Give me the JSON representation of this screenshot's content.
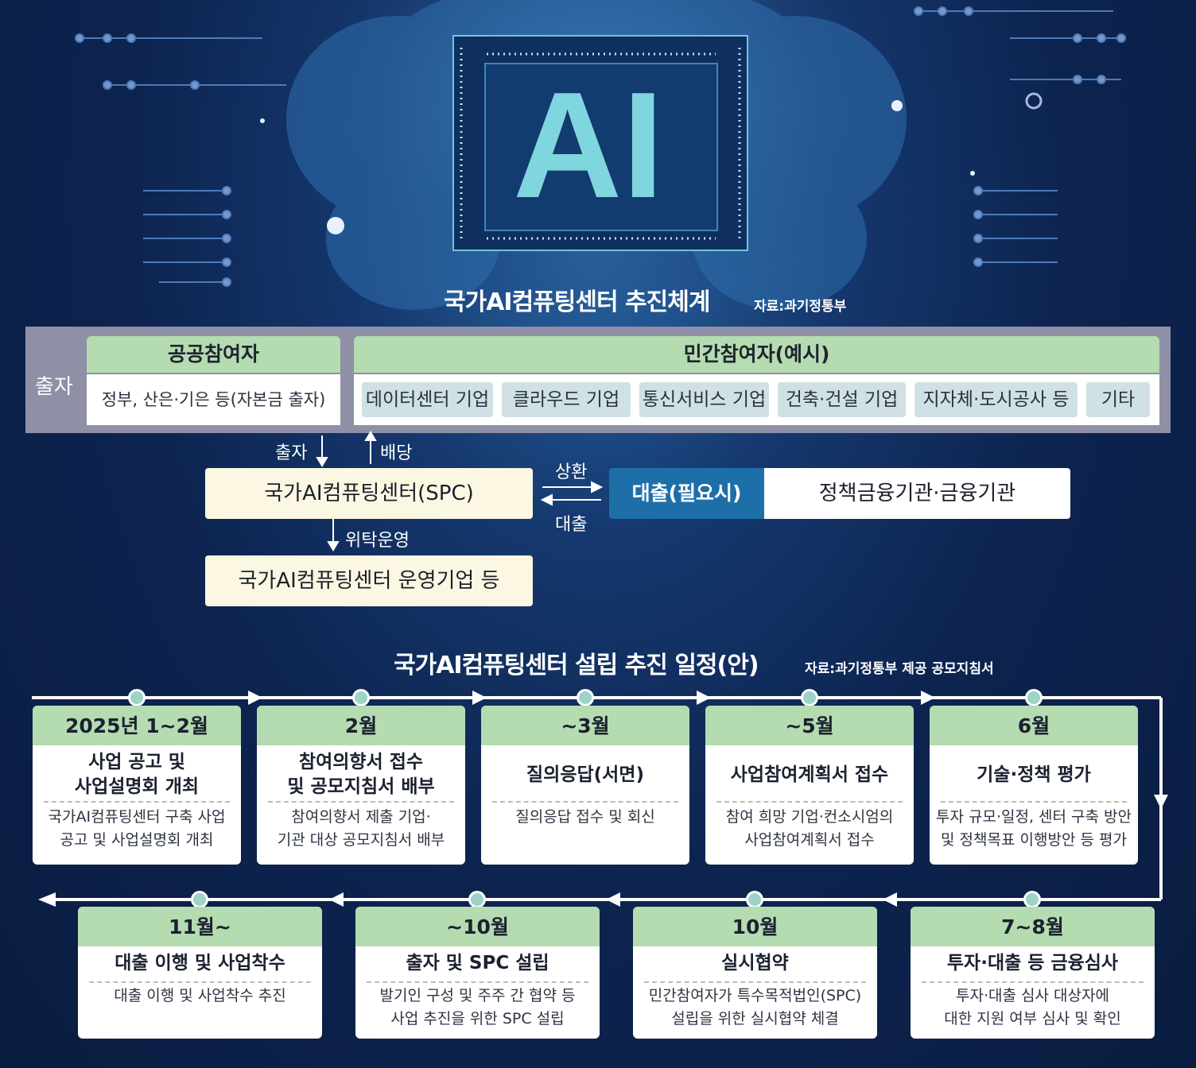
{
  "hero": {
    "badge": "AI"
  },
  "structure": {
    "title": "국가AI컴퓨팅센터 추진체계",
    "source": "자료:과기정통부",
    "investment_label": "출자",
    "public": {
      "header": "공공참여자",
      "body": "정부, 산은·기은 등(자본금 출자)"
    },
    "private": {
      "header": "민간참여자(예시)",
      "items": [
        "데이터센터 기업",
        "클라우드 기업",
        "통신서비스 기업",
        "건축·건설 기업",
        "지자체·도시공사 등",
        "기타"
      ]
    },
    "flow": {
      "invest_down": "출자",
      "dividend_up": "배당",
      "spc": "국가AI컴퓨팅센터(SPC)",
      "entrust": "위탁운영",
      "operator": "국가AI컴퓨팅센터 운영기업 등",
      "repay": "상환",
      "loan": "대출",
      "loan_box": "대출(필요시)",
      "finance": "정책금융기관·금융기관"
    }
  },
  "schedule": {
    "title": "국가AI컴퓨팅센터 설립 추진 일정(안)",
    "source": "자료:과기정통부 제공 공모지침서",
    "steps": [
      {
        "when": "2025년 1~2월",
        "title": "사업 공고 및\n사업설명회 개최",
        "desc": "국가AI컴퓨팅센터 구축 사업\n공고 및 사업설명회 개최"
      },
      {
        "when": "2월",
        "title": "참여의향서 접수\n및 공모지침서 배부",
        "desc": "참여의향서 제출 기업·\n기관 대상 공모지침서 배부"
      },
      {
        "when": "~3월",
        "title": "질의응답(서면)",
        "desc": "질의응답 접수 및 회신"
      },
      {
        "when": "~5월",
        "title": "사업참여계획서 접수",
        "desc": "참여 희망 기업·컨소시엄의\n사업참여계획서 접수"
      },
      {
        "when": "6월",
        "title": "기술·정책 평가",
        "desc": "투자 규모·일정, 센터 구축 방안\n및 정책목표 이행방안 등 평가"
      },
      {
        "when": "7~8월",
        "title": "투자·대출 등 금융심사",
        "desc": "투자·대출 심사 대상자에\n대한 지원 여부 심사 및 확인"
      },
      {
        "when": "10월",
        "title": "실시협약",
        "desc": "민간참여자가 특수목적법인(SPC)\n설립을 위한 실시협약 체결"
      },
      {
        "when": "~10월",
        "title": "출자 및 SPC 설립",
        "desc": "발기인 구성 및 주주 간 협약 등\n사업 추진을 위한 SPC 설립"
      },
      {
        "when": "11월~",
        "title": "대출 이행 및 사업착수",
        "desc": "대출 이행 및 사업착수 추진"
      }
    ]
  }
}
